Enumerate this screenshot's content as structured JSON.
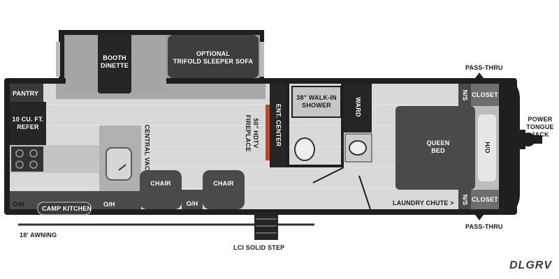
{
  "labels": {
    "pantry": "PANTRY",
    "refer": "10 CU. FT.\nREFER",
    "oh_left": "O/H",
    "camp_kitchen": "CAMP KITCHEN",
    "oh_mid": "O/H",
    "central_vac": "CENTRAL VAC",
    "booth_dinette": "BOOTH\nDINETTE",
    "sleeper_sofa": "OPTIONAL\nTRIFOLD SLEEPER SOFA",
    "chair_left": "CHAIR",
    "chair_right": "CHAIR",
    "oh_chairs": "O/H",
    "hdtv_fireplace": "50\" HDTV\nFIREPLACE",
    "ent_center": "ENT. CENTER",
    "shower": "38\" WALK-IN\nSHOWER",
    "ward": "WARD",
    "queen_bed": "QUEEN\nBED",
    "ho": "H/O",
    "ns_top": "N/S",
    "ns_bottom": "N/S",
    "closet_top": "CLOSET",
    "closet_bottom": "CLOSET",
    "pass_thru_top": "PASS-THRU",
    "pass_thru_bottom": "PASS-THRU",
    "tongue_jack": "POWER\nTONGUE\nJACK",
    "laundry_chute": "LAUNDRY CHUTE >",
    "awning": "18' AWNING",
    "solid_step": "LCI SOLID STEP"
  },
  "brand": "DLGRV",
  "colors": {
    "wall": "#1f1f1f",
    "floor": "#d9d9d9",
    "cabinet": "#3a3a3a",
    "furniture": "#4a4a4a",
    "dark_panel": "#252525"
  }
}
